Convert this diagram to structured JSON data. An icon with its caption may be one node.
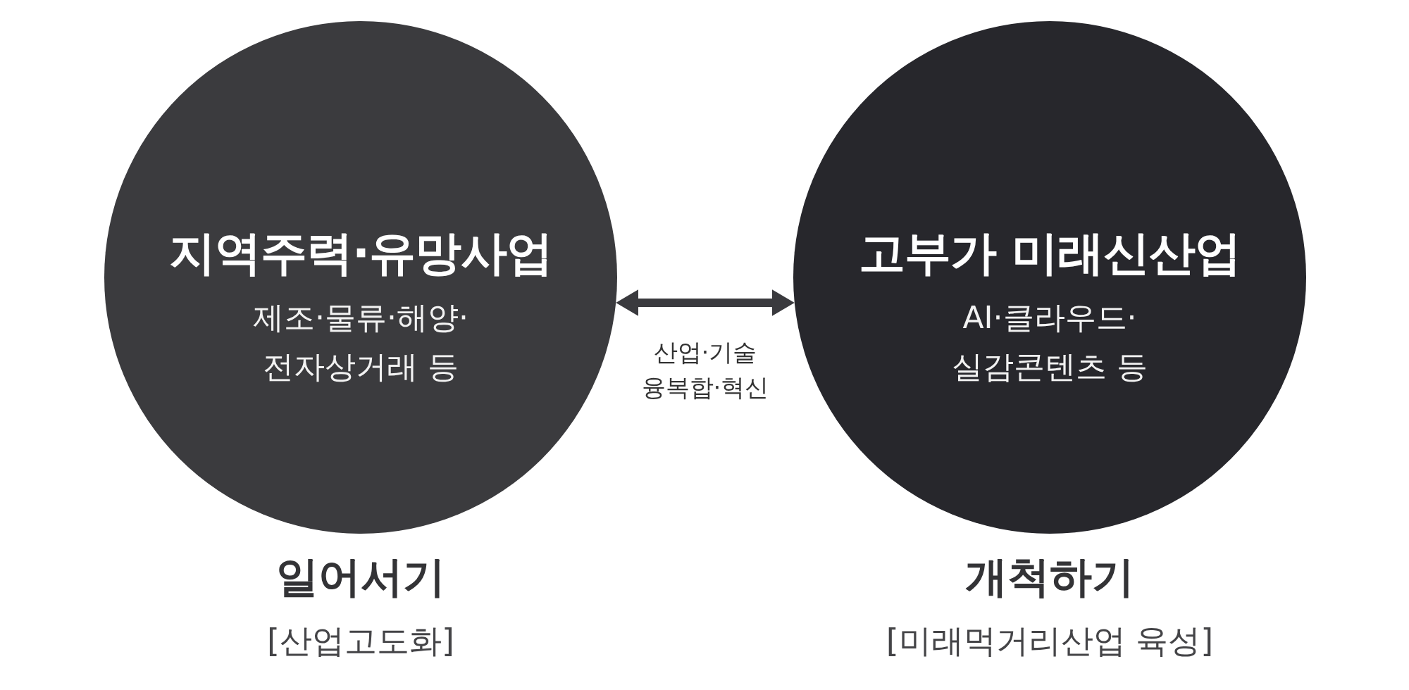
{
  "diagram": {
    "nodes": [
      {
        "text": [
          "지역주력·유망사업",
          "제조·물류·해양· 전자상거래 등"
        ],
        "beside": [
          "일어서기",
          "[산업고도화]"
        ]
      },
      {
        "text": [
          "고부가 미래신산업",
          "AI·클라우드· 실감콘텐츠 등"
        ],
        "beside": [
          "개척하기",
          "[미래먹거리산업 육성]"
        ]
      }
    ],
    "edges": [
      {
        "from": 0,
        "to": 1,
        "arrow": "both",
        "label": "산업·기술 융복합·혁신"
      }
    ]
  }
}
